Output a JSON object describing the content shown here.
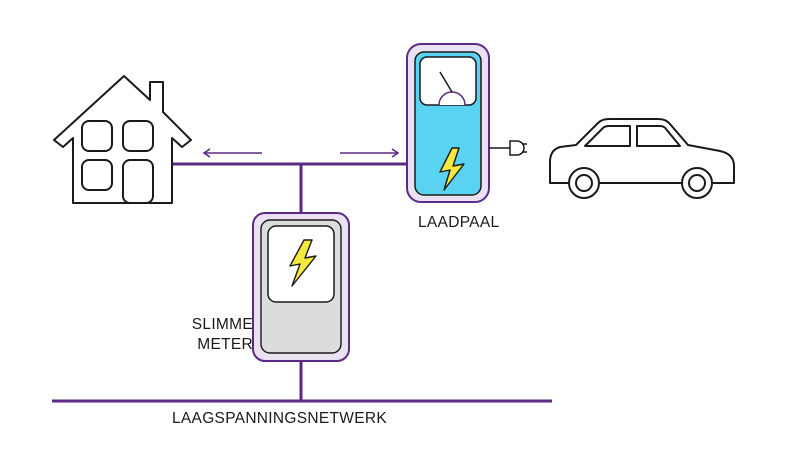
{
  "labels": {
    "charging_station": "LAADPAAL",
    "smart_meter_line1": "SLIMME",
    "smart_meter_line2": "METER",
    "grid": "LAAGSPANNINGSNETWERK"
  },
  "icons": [
    "house-icon",
    "charging-station-icon",
    "plug-icon",
    "car-icon",
    "smart-meter-icon",
    "lightning-bolt-icon",
    "gauge-icon",
    "arrow-left-icon",
    "arrow-right-icon"
  ],
  "colors": {
    "line": "#5b2a86",
    "charging_station_fill": "#5ad2f2",
    "meter_fill": "#dcdcdc",
    "bolt_fill": "#f5e93d",
    "outline": "#1a1a1a"
  }
}
